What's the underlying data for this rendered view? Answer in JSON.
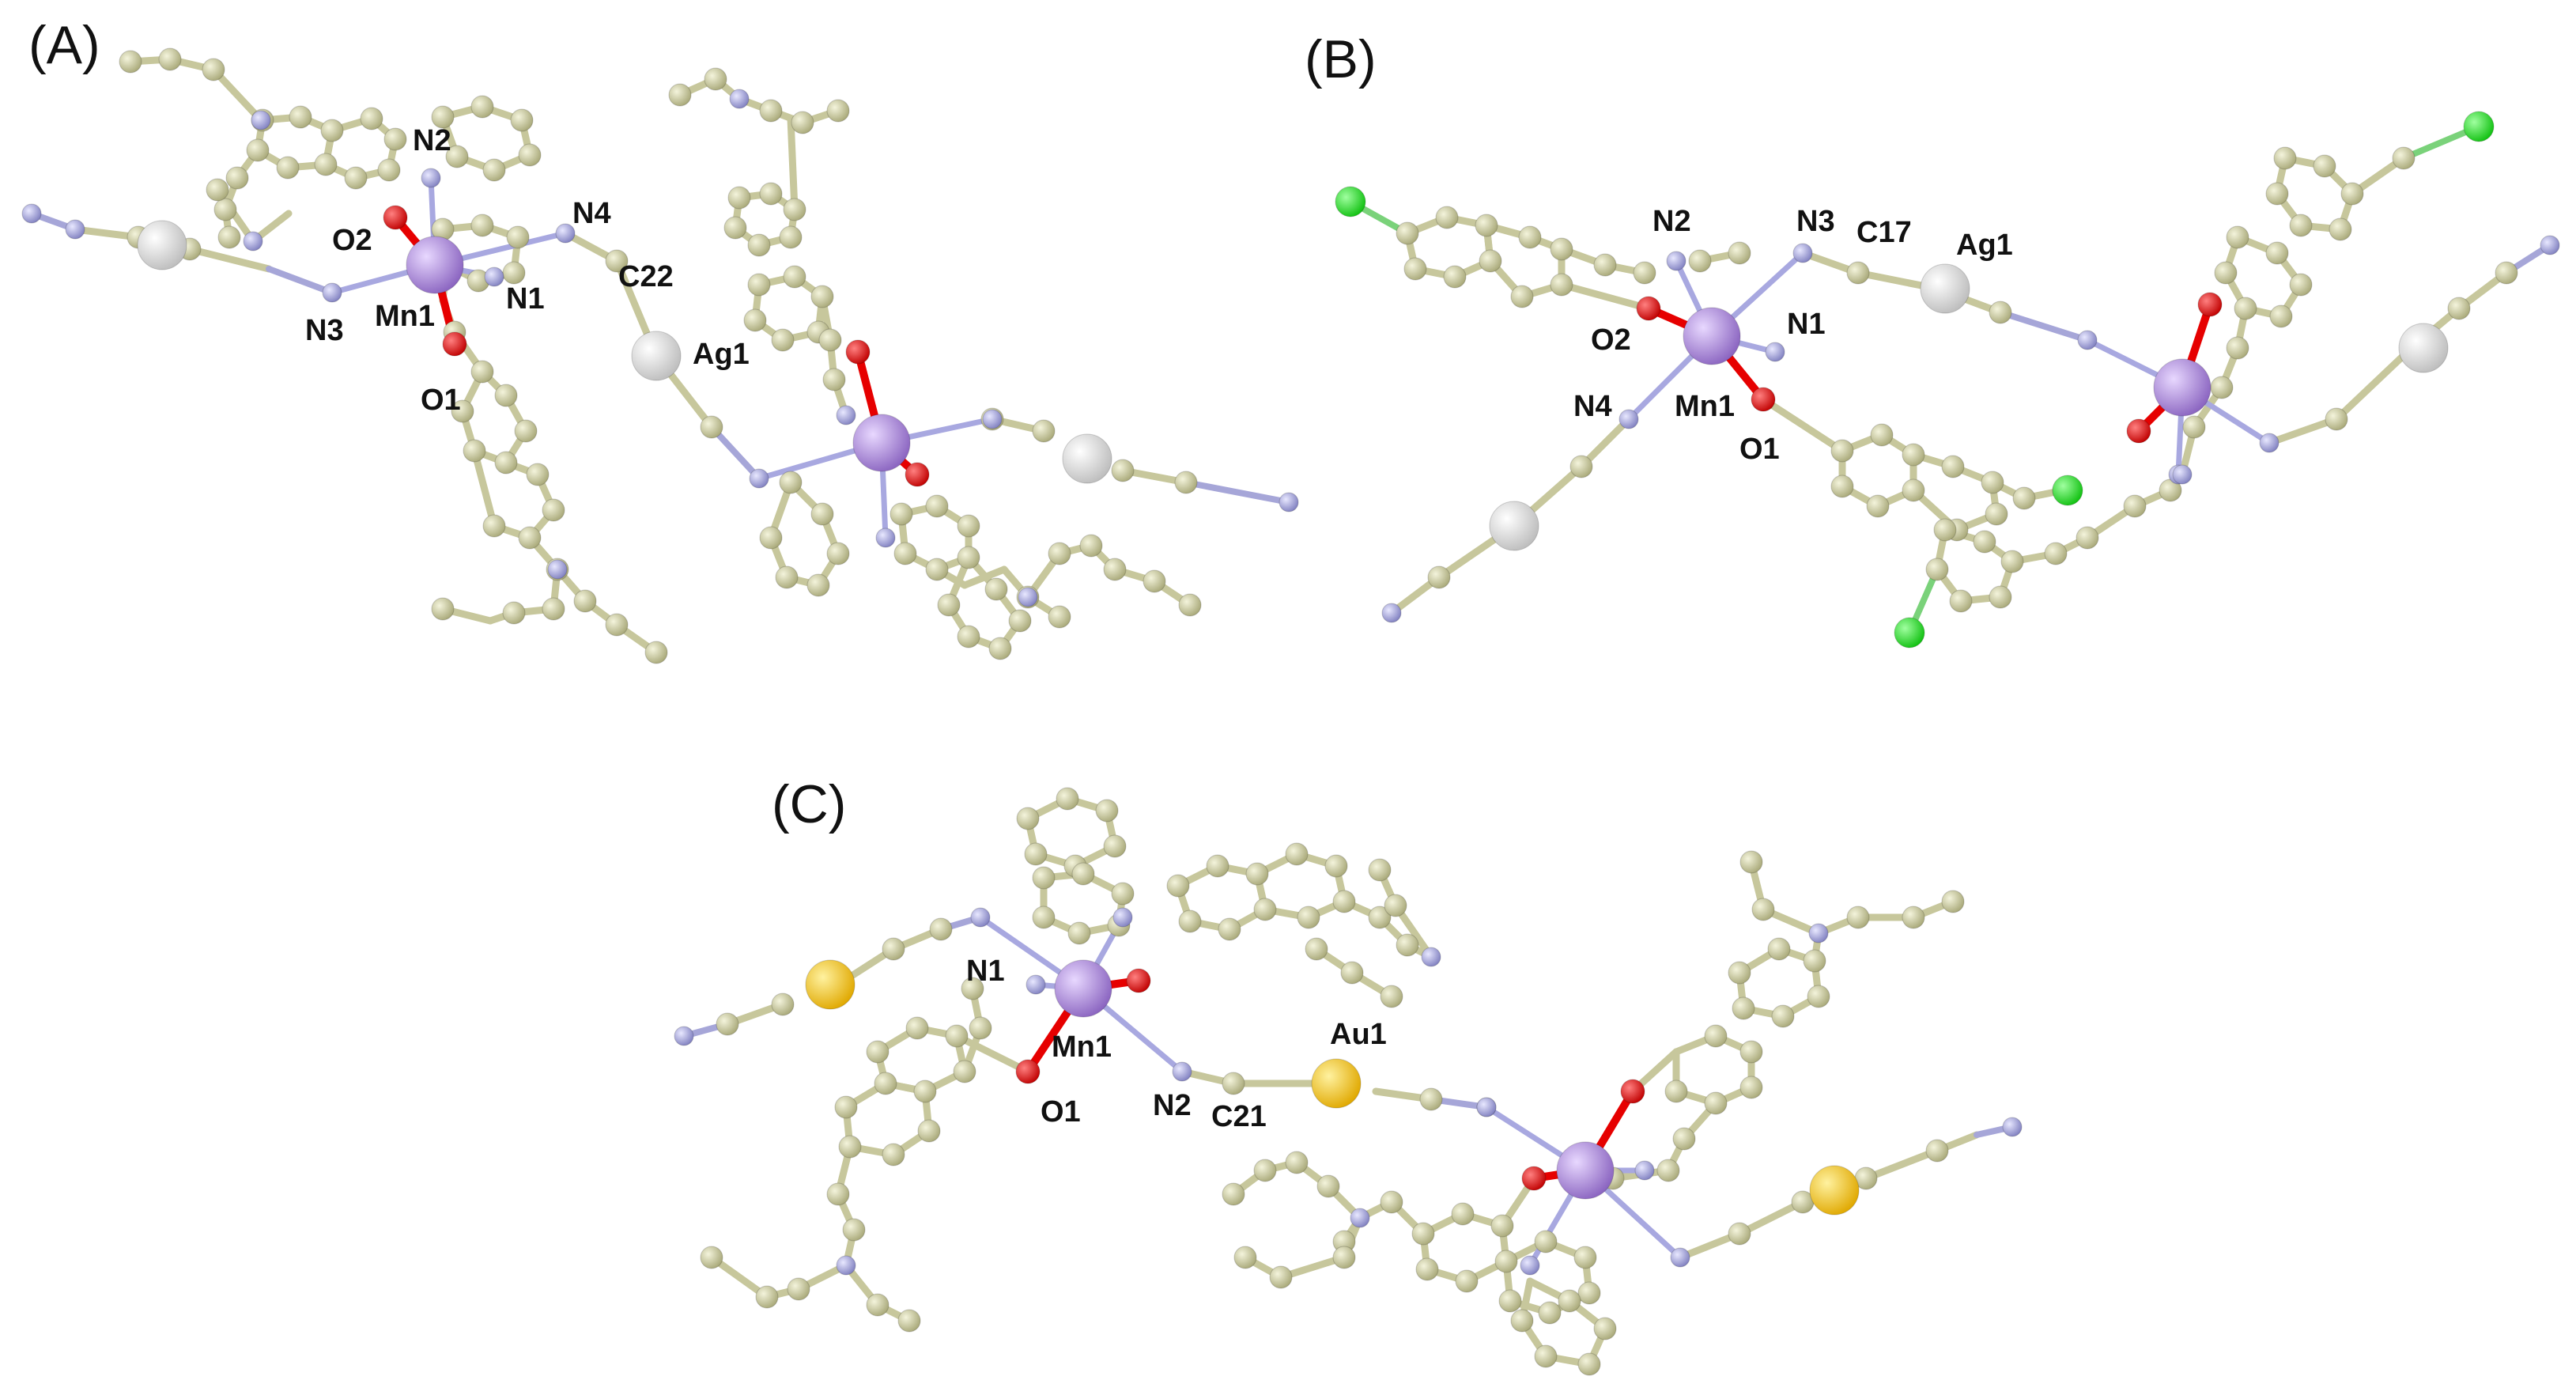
{
  "figure": {
    "panels": [
      {
        "id": "A",
        "label": "(A)",
        "atom_labels": [
          "N2",
          "O2",
          "Mn1",
          "N1",
          "N3",
          "O1",
          "N4",
          "C22",
          "Ag1"
        ],
        "bridge_metal": "Ag",
        "terminal_substituent": "NEt2"
      },
      {
        "id": "B",
        "label": "(B)",
        "atom_labels": [
          "N2",
          "N3",
          "C17",
          "Ag1",
          "O2",
          "Mn1",
          "N1",
          "N4",
          "O1"
        ],
        "bridge_metal": "Ag",
        "terminal_substituent": "Cl"
      },
      {
        "id": "C",
        "label": "(C)",
        "atom_labels": [
          "N1",
          "Mn1",
          "O1",
          "N2",
          "C21",
          "Au1"
        ],
        "bridge_metal": "Au",
        "terminal_substituent": "NEt2"
      }
    ]
  },
  "colors": {
    "carbon": "#c8c89a",
    "nitrogen": "#a9a9dc",
    "oxygen": "#e60000",
    "manganese": "#a98ad8",
    "silver": "#e4e4e4",
    "gold": "#f5c400",
    "chlorine": "#1ee61e"
  }
}
